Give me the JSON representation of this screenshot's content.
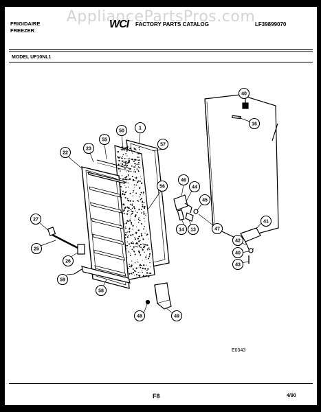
{
  "watermark": "AppliancePartsPros.com",
  "header": {
    "brand_line1": "FRIGIDAIRE",
    "brand_line2": "FREEZER",
    "logo": "WCI",
    "catalog_title": "FACTORY PARTS CATALOG",
    "catalog_number": "LF39899070"
  },
  "model": "MODEL UF10NL1",
  "figure_id": "E0343",
  "footer": {
    "page_label": "F8",
    "date": "4/90"
  },
  "callouts": [
    "40",
    "16",
    "1",
    "50",
    "55",
    "57",
    "23",
    "22",
    "46",
    "44",
    "45",
    "56",
    "14",
    "13",
    "47",
    "41",
    "42",
    "40",
    "43",
    "27",
    "25",
    "26",
    "59",
    "58",
    "48",
    "49"
  ]
}
